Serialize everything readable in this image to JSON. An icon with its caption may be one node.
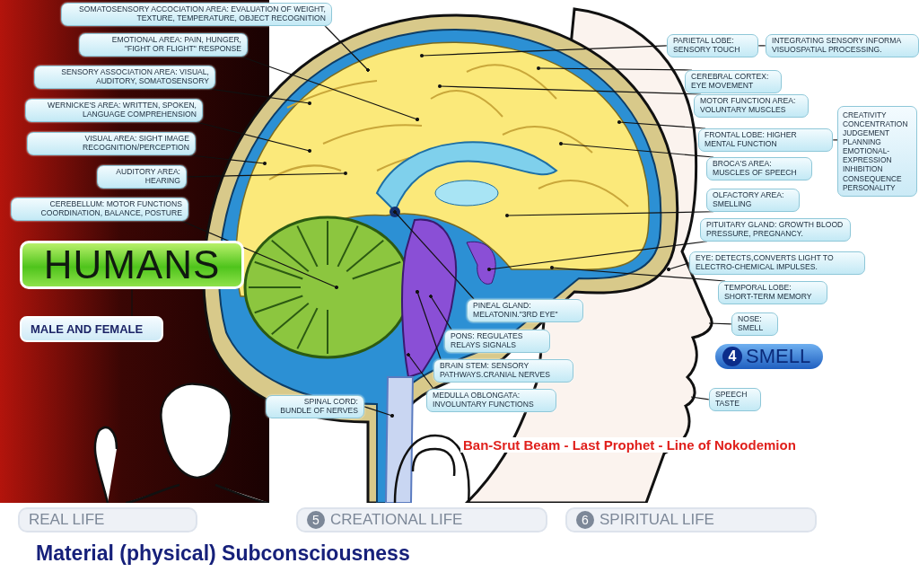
{
  "diagram": {
    "caption": "Material (physical) Subconsciousness",
    "nodes": [
      {
        "text": [
          "SOMATOSENSORY ACCOCIATION AREA: EVALUATION OF WEIGHT, TEXTURE, TEMPERATURE, OBJECT RECOGNITION"
        ]
      },
      {
        "text": [
          "EMOTIONAL AREA: PAIN, HUNGER, \"FIGHT OR FLIGHT\" RESPONSE"
        ]
      },
      {
        "text": [
          "SENSORY ASSOCIATION AREA: VISUAL, AUDITORY, SOMATOSENSORY"
        ]
      },
      {
        "text": [
          "WERNICKE'S AREA: WRITTEN, SPOKEN, LANGUAGE COMPREHENSION"
        ]
      },
      {
        "text": [
          "VISUAL AREA: SIGHT IMAGE RECOGNITION/PERCEPTION"
        ]
      },
      {
        "text": [
          "AUDITORY AREA: HEARING"
        ]
      },
      {
        "text": [
          "CEREBELLUM: MOTOR FUNCTIONS COORDINATION, BALANCE, POSTURE"
        ]
      },
      {
        "text": [
          "HUMANS"
        ]
      },
      {
        "text": [
          "MALE AND FEMALE"
        ]
      },
      {
        "text": [
          "PARIETAL LOBE: SENSORY TOUCH"
        ]
      },
      {
        "text": [
          "INTEGRATING SENSORY INFORMA VISUOSPATIAL PROCESSING."
        ]
      },
      {
        "text": [
          "CEREBRAL CORTEX: EYE MOVEMENT"
        ]
      },
      {
        "text": [
          "MOTOR FUNCTION AREA: VOLUNTARY MUSCLES"
        ]
      },
      {
        "text": [
          "FRONTAL LOBE: HIGHER MENTAL FUNCTION"
        ]
      },
      {
        "text": [
          "CREATIVITY",
          "CONCENTRATION",
          "JUDGEMENT",
          "PLANNING",
          "EMOTIONAL- EXPRESSION",
          "INHIBITION",
          "CONSEQUENCE",
          "PERSONALITY"
        ]
      },
      {
        "text": [
          "BROCA'S AREA: MUSCLES OF SPEECH"
        ]
      },
      {
        "text": [
          "OLFACTORY AREA: SMELLING"
        ]
      },
      {
        "text": [
          "PITUITARY GLAND: GROWTH BLOOD PRESSURE, PREGNANCY."
        ]
      },
      {
        "text": [
          "EYE: DETECTS,CONVERTS LIGHT TO ELECTRO-CHEMICAL IMPULSES."
        ]
      },
      {
        "text": [
          "TEMPORAL LOBE: SHORT-TERM MEMORY"
        ]
      },
      {
        "text": [
          "NOSE: SMELL"
        ]
      },
      {
        "text": [
          "4",
          "SMELL"
        ]
      },
      {
        "text": [
          "SPEECH TASTE"
        ]
      },
      {
        "text": [
          "PINEAL GLAND: MELATONIN.\"3RD EYE\""
        ]
      },
      {
        "text": [
          "PONS: REGULATES RELAYS SIGNALS"
        ]
      },
      {
        "text": [
          "BRAIN STEM: SENSORY PATHWAYS.CRANIAL NERVES"
        ]
      },
      {
        "text": [
          "MEDULLA OBLONGATA: INVOLUNTARY FUNCTIONS"
        ]
      },
      {
        "text": [
          "SPINAL CORD: BUNDLE OF NERVES"
        ]
      },
      {
        "text": [
          "REAL LIFE"
        ]
      },
      {
        "text": [
          "5",
          "CREATIONAL LIFE"
        ]
      },
      {
        "text": [
          "6",
          "SPIRITUAL LIFE"
        ]
      }
    ],
    "edges": [
      {
        "from": 0,
        "to": null,
        "arrow": "other"
      },
      {
        "from": 1,
        "to": null,
        "arrow": "other"
      },
      {
        "from": 2,
        "to": null,
        "arrow": "other"
      },
      {
        "from": 3,
        "to": null,
        "arrow": "other"
      },
      {
        "from": 4,
        "to": null,
        "arrow": "other"
      },
      {
        "from": 5,
        "to": null,
        "arrow": "other"
      },
      {
        "from": 6,
        "to": null,
        "arrow": "other"
      },
      {
        "from": 7,
        "to": 8,
        "arrow": "none"
      },
      {
        "from": 9,
        "to": null,
        "arrow": "other"
      },
      {
        "from": 9,
        "to": 10,
        "arrow": "none"
      },
      {
        "from": 11,
        "to": null,
        "arrow": "other"
      },
      {
        "from": 12,
        "to": null,
        "arrow": "other"
      },
      {
        "from": 13,
        "to": null,
        "arrow": "other"
      },
      {
        "from": 13,
        "to": 14,
        "arrow": "none"
      },
      {
        "from": 15,
        "to": null,
        "arrow": "other"
      },
      {
        "from": 16,
        "to": null,
        "arrow": "other"
      },
      {
        "from": 17,
        "to": null,
        "arrow": "other"
      },
      {
        "from": 18,
        "to": null,
        "arrow": "other"
      },
      {
        "from": 19,
        "to": null,
        "arrow": "other"
      },
      {
        "from": 20,
        "to": null,
        "arrow": "none"
      },
      {
        "from": 22,
        "to": null,
        "arrow": "none"
      },
      {
        "from": 23,
        "to": null,
        "arrow": "other"
      },
      {
        "from": 24,
        "to": null,
        "arrow": "other"
      },
      {
        "from": 25,
        "to": null,
        "arrow": "other"
      },
      {
        "from": 26,
        "to": null,
        "arrow": "other"
      },
      {
        "from": 27,
        "to": null,
        "arrow": "other"
      }
    ],
    "labels": [
      "Ban-Srut Beam  - Last Prophet - Line of Nokodemion"
    ]
  }
}
